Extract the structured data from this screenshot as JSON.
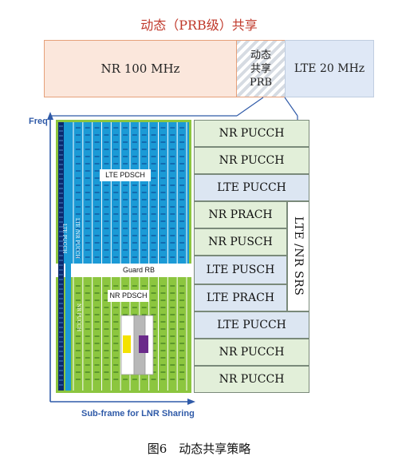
{
  "title": "动态（PRB级）共享",
  "bar": {
    "nr": "NR 100 MHz",
    "prb": [
      "动态",
      "共享",
      "PRB"
    ],
    "lte": "LTE 20 MHz"
  },
  "axis": {
    "y_label": "Freq",
    "x_label": "Sub-frame for LNR Sharing"
  },
  "grid": {
    "lte_pdsch": "LTE PDSCH",
    "guard_rb": "Guard RB",
    "nr_pdsch": "NR PDSCH",
    "lte_nr_pucch": "LTE /NR PUCCH",
    "lte_pucch_v": "LTE PUCCH",
    "nr_pucch_v": "NR PUCCH"
  },
  "right_column": {
    "cells": [
      "NR PUCCH",
      "NR PUCCH",
      "LTE PUCCH",
      "NR PRACH",
      "NR PUSCH",
      "LTE PUSCH",
      "LTE PRACH",
      "LTE PUCCH",
      "NR PUCCH",
      "NR PUCCH"
    ],
    "srs_label": "LTE /NR SRS"
  },
  "colors": {
    "nr_green": "#8cc63f",
    "lte_blue": "#1b9ad6",
    "dark_navy": "#0b2a6f",
    "cell_green": "#e2efd9",
    "cell_blue": "#dce6f2",
    "nr_orange": "#fbe7dc"
  },
  "caption": "图6　动态共享策略"
}
